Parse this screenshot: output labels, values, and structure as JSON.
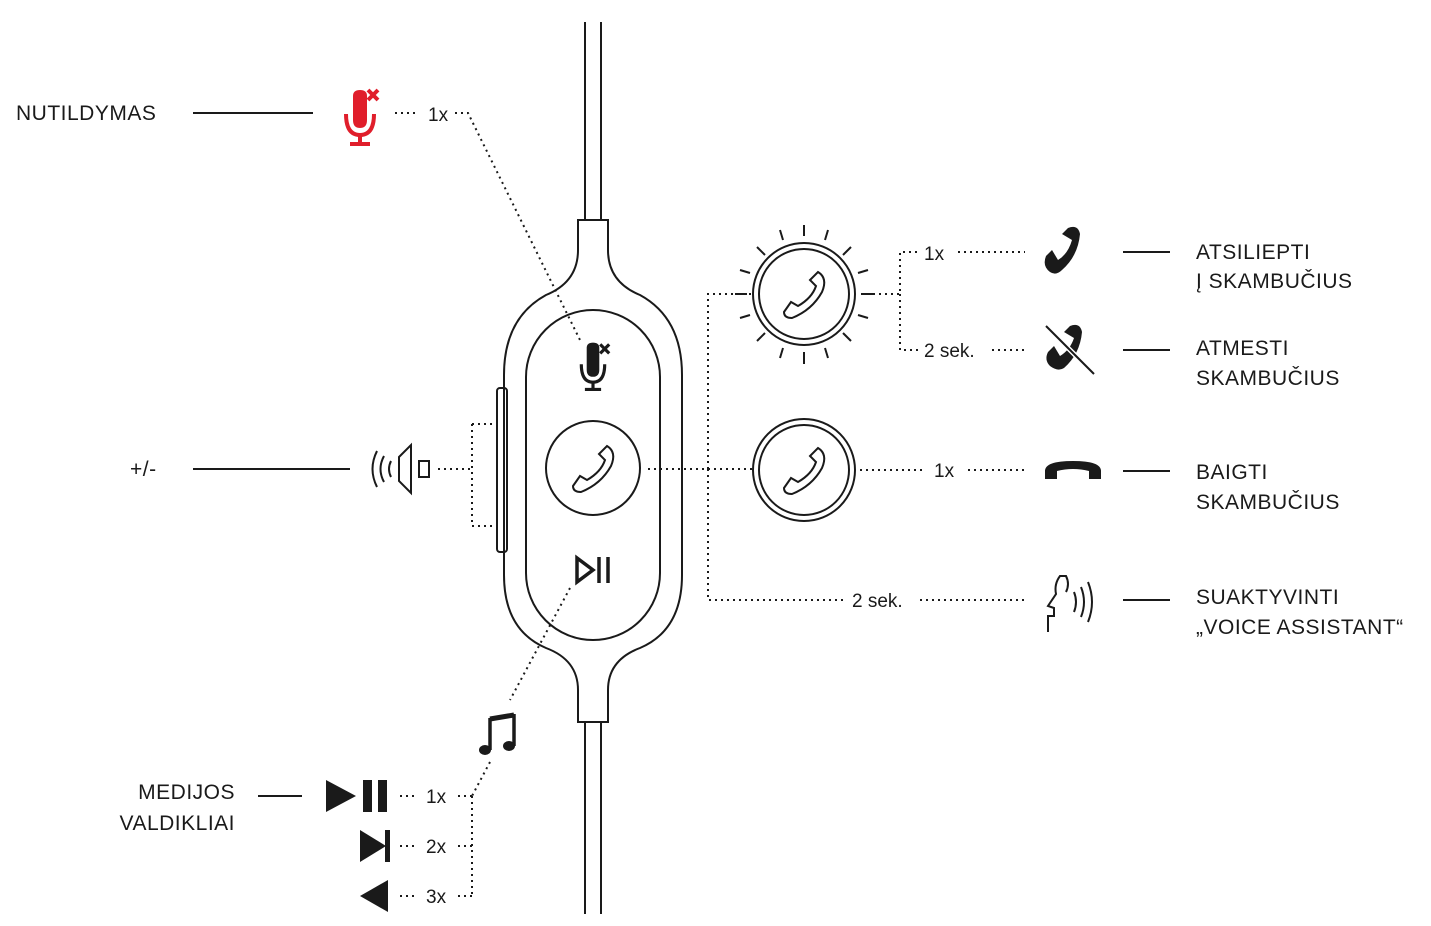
{
  "colors": {
    "ink": "#1a1a1a",
    "mute_accent": "#e01e2b",
    "background": "#ffffff"
  },
  "labels": {
    "mute": "NUTILDYMAS",
    "volume": "+/-",
    "answer_line1": "ATSILIEPTI",
    "answer_line2": "Į SKAMBUČIUS",
    "decline_line1": "ATMESTI",
    "decline_line2": "SKAMBUČIUS",
    "end_line1": "BAIGTI",
    "end_line2": "SKAMBUČIUS",
    "assistant_line1": "SUAKTYVINTI",
    "assistant_line2": "„VOICE ASSISTANT“",
    "media_line1": "MEDIJOS",
    "media_line2": "VALDIKLIAI"
  },
  "counts": {
    "mute": "1x",
    "answer": "1x",
    "decline": "2 sek.",
    "end": "1x",
    "assistant": "2 sek.",
    "play_pause": "1x",
    "next": "2x",
    "previous": "3x"
  },
  "icons": [
    "mic-mute-icon",
    "speaker-volume-icon",
    "phone-handset-icon",
    "play-pause-icon",
    "music-note-icon",
    "phone-answer-icon",
    "phone-decline-icon",
    "phone-hangup-icon",
    "voice-assistant-icon",
    "next-track-icon",
    "previous-track-icon"
  ]
}
